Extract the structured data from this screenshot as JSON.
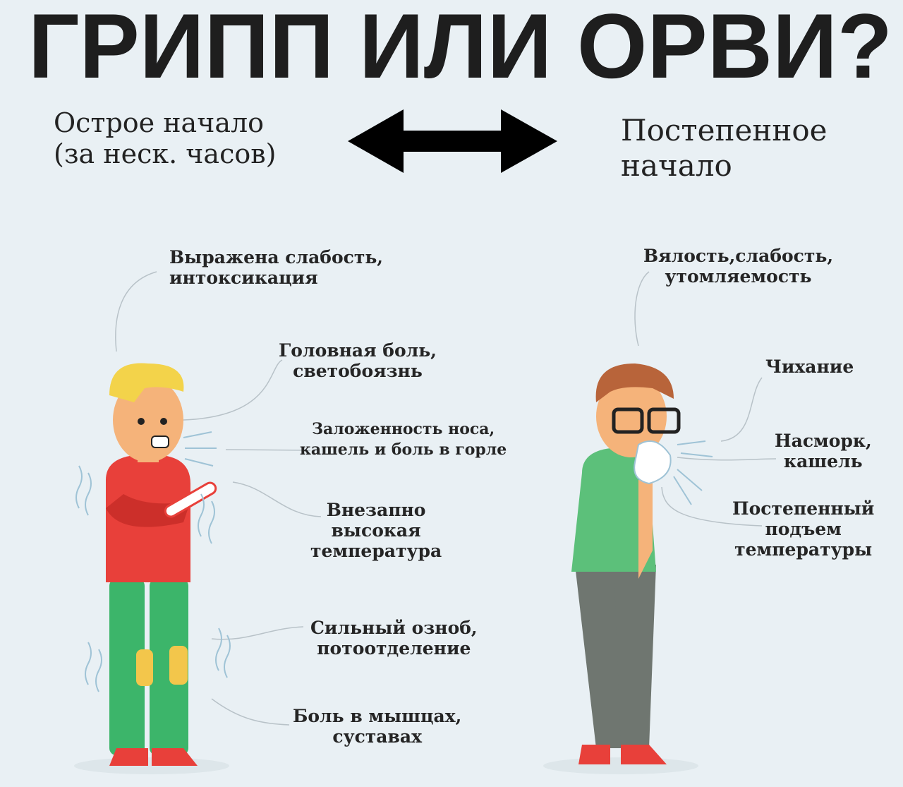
{
  "title": "ГРИПП ИЛИ ОРВИ?",
  "left_onset": {
    "line1": "Острое начало",
    "line2": "(за неск. часов)"
  },
  "right_onset": {
    "line1": "Постепенное",
    "line2": "начало"
  },
  "arrow_icon": "double-arrow-icon",
  "flu_symptoms": [
    {
      "line1": "Выражена слабость,",
      "line2": "интоксикация"
    },
    {
      "line1": "Головная боль,",
      "line2": "светобоязнь"
    },
    {
      "line1": "Заложенность носа,",
      "line2": "кашель и боль в горле"
    },
    {
      "line1": "Внезапно",
      "line2": "высокая",
      "line3": "температура"
    },
    {
      "line1": "Сильный озноб,",
      "line2": "потоотделение"
    },
    {
      "line1": "Боль в мышцах,",
      "line2": "суставах"
    }
  ],
  "arvi_symptoms": [
    {
      "line1": "Вялость,слабость,",
      "line2": "утомляемость"
    },
    {
      "line1": "Чихание"
    },
    {
      "line1": "Насморк,",
      "line2": "кашель"
    },
    {
      "line1": "Постепенный",
      "line2": "подъем",
      "line3": "температуры"
    }
  ],
  "colors": {
    "background": "#e9f0f4",
    "shirt_red": "#e8403a",
    "pants_green": "#3cb56a",
    "shirt_green": "#5cc07a",
    "pants_gray": "#6f7670",
    "skin": "#f5b37a"
  }
}
